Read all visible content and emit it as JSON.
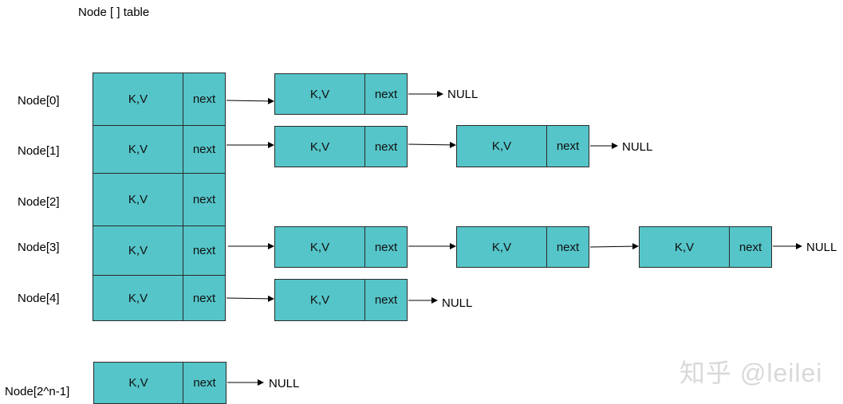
{
  "title": "Node [ ] table",
  "labels": {
    "row0": "Node[0]",
    "row1": "Node[1]",
    "row2": "Node[2]",
    "row3": "Node[3]",
    "row4": "Node[4]",
    "rowLast": "Node[2^n-1]"
  },
  "cell": {
    "kv": "K,V",
    "next": "next"
  },
  "null_text": "NULL",
  "watermark": "知乎 @leilei",
  "colors": {
    "node_fill": "#55c5c9",
    "border": "#2a2a2a"
  }
}
